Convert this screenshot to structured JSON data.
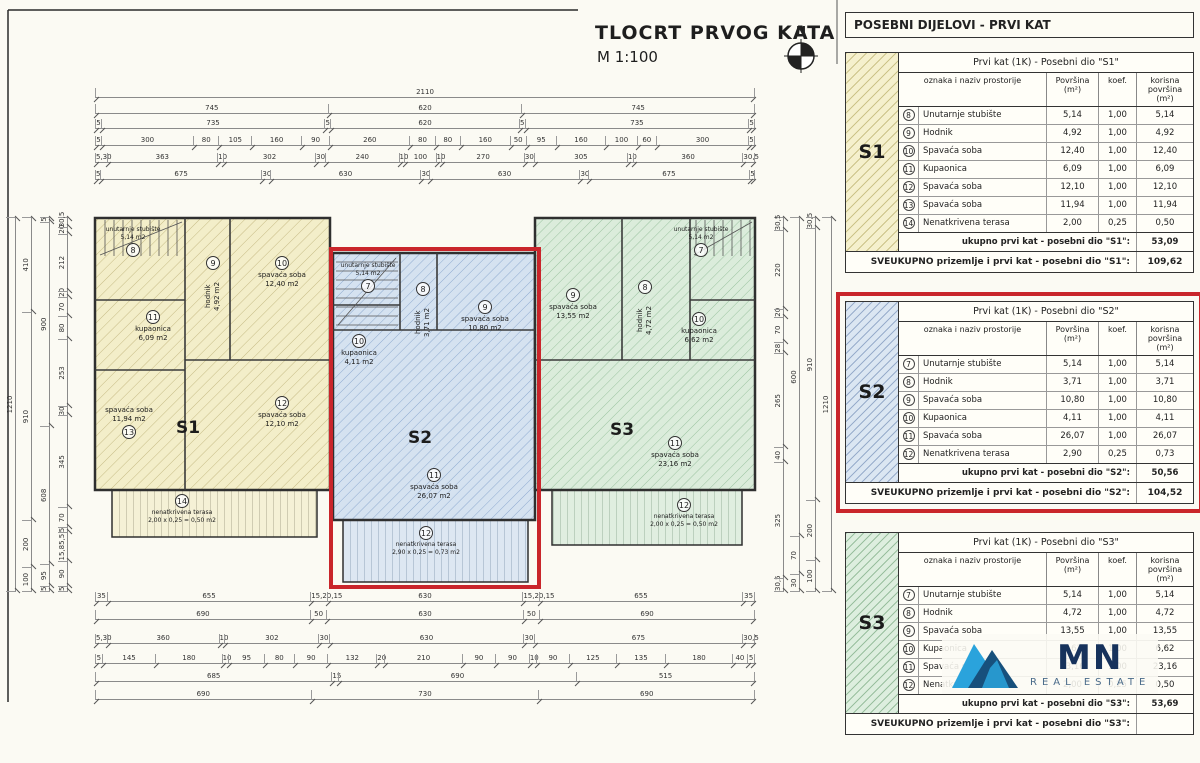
{
  "title_block": {
    "title": "TLOCRT PRVOG KATA",
    "scale": "M 1:100",
    "north": "N"
  },
  "tables_header": "POSEBNI DIJELOVI - PRVI KAT",
  "colors": {
    "highlight_red": "#c9252b",
    "unit_yellow": "#f5f0cd",
    "unit_blue": "#dbe6f2",
    "unit_green": "#ddeede",
    "logo_light_blue": "#2aa3dc",
    "logo_navy": "#17507c"
  },
  "tables": [
    {
      "unit": "S1",
      "theme": "yellow",
      "highlight": false,
      "title": "Prvi kat (1K) - Posebni dio \"S1\"",
      "col_headers": [
        "oznaka i naziv prostorije",
        "Površina (m²)",
        "koef.",
        "korisna površina (m²)"
      ],
      "rows": [
        {
          "num": "8",
          "name": "Unutarnje stubište",
          "area": "5,14",
          "koef": "1,00",
          "korisna": "5,14"
        },
        {
          "num": "9",
          "name": "Hodnik",
          "area": "4,92",
          "koef": "1,00",
          "korisna": "4,92"
        },
        {
          "num": "10",
          "name": "Spavaća soba",
          "area": "12,40",
          "koef": "1,00",
          "korisna": "12,40"
        },
        {
          "num": "11",
          "name": "Kupaonica",
          "area": "6,09",
          "koef": "1,00",
          "korisna": "6,09"
        },
        {
          "num": "12",
          "name": "Spavaća soba",
          "area": "12,10",
          "koef": "1,00",
          "korisna": "12,10"
        },
        {
          "num": "13",
          "name": "Spavaća soba",
          "area": "11,94",
          "koef": "1,00",
          "korisna": "11,94"
        },
        {
          "num": "14",
          "name": "Nenatkrivena terasa",
          "area": "2,00",
          "koef": "0,25",
          "korisna": "0,50"
        }
      ],
      "subtotal_label": "ukupno prvi kat - posebni dio \"S1\":",
      "subtotal_value": "53,09",
      "total_label": "SVEUKUPNO prizemlje i prvi kat - posebni dio \"S1\":",
      "total_value": "109,62"
    },
    {
      "unit": "S2",
      "theme": "blue",
      "highlight": true,
      "title": "Prvi kat (1K) - Posebni dio \"S2\"",
      "col_headers": [
        "oznaka i naziv prostorije",
        "Površina (m²)",
        "koef.",
        "korisna površina (m²)"
      ],
      "rows": [
        {
          "num": "7",
          "name": "Unutarnje stubište",
          "area": "5,14",
          "koef": "1,00",
          "korisna": "5,14"
        },
        {
          "num": "8",
          "name": "Hodnik",
          "area": "3,71",
          "koef": "1,00",
          "korisna": "3,71"
        },
        {
          "num": "9",
          "name": "Spavaća soba",
          "area": "10,80",
          "koef": "1,00",
          "korisna": "10,80"
        },
        {
          "num": "10",
          "name": "Kupaonica",
          "area": "4,11",
          "koef": "1,00",
          "korisna": "4,11"
        },
        {
          "num": "11",
          "name": "Spavaća soba",
          "area": "26,07",
          "koef": "1,00",
          "korisna": "26,07"
        },
        {
          "num": "12",
          "name": "Nenatkrivena terasa",
          "area": "2,90",
          "koef": "0,25",
          "korisna": "0,73"
        }
      ],
      "subtotal_label": "ukupno prvi kat - posebni dio \"S2\":",
      "subtotal_value": "50,56",
      "total_label": "SVEUKUPNO prizemlje i prvi kat - posebni dio \"S2\":",
      "total_value": "104,52"
    },
    {
      "unit": "S3",
      "theme": "green",
      "highlight": false,
      "title": "Prvi kat (1K) - Posebni dio \"S3\"",
      "col_headers": [
        "oznaka i naziv prostorije",
        "Površina (m²)",
        "koef.",
        "korisna površina (m²)"
      ],
      "rows": [
        {
          "num": "7",
          "name": "Unutarnje stubište",
          "area": "5,14",
          "koef": "1,00",
          "korisna": "5,14"
        },
        {
          "num": "8",
          "name": "Hodnik",
          "area": "4,72",
          "koef": "1,00",
          "korisna": "4,72"
        },
        {
          "num": "9",
          "name": "Spavaća soba",
          "area": "13,55",
          "koef": "1,00",
          "korisna": "13,55"
        },
        {
          "num": "10",
          "name": "Kupaonica",
          "area": "6,62",
          "koef": "1,00",
          "korisna": "6,62"
        },
        {
          "num": "11",
          "name": "Spavaća soba",
          "area": "23,16",
          "koef": "1,00",
          "korisna": "23,16"
        },
        {
          "num": "12",
          "name": "Nenatkrivena terasa",
          "area": "2,00",
          "koef": "0,25",
          "korisna": "0,50"
        }
      ],
      "subtotal_label": "ukupno prvi kat - posebni dio \"S3\":",
      "subtotal_value": "53,69",
      "total_label": "SVEUKUPNO prizemlje i prvi kat - posebni dio \"S3\":",
      "total_value": ""
    }
  ],
  "logo": {
    "text": "MN",
    "subtext": "REAL ESTATE"
  },
  "plan": {
    "units": [
      {
        "code": "S1",
        "rooms": [
          {
            "num": "8",
            "name": "unutarnje stubište",
            "area": "5,14 m2"
          },
          {
            "num": "9",
            "name": "hodnik",
            "area": "4,92 m2"
          },
          {
            "num": "10",
            "name": "spavaća soba",
            "area": "12,40 m2"
          },
          {
            "num": "11",
            "name": "kupaonica",
            "area": "6,09 m2"
          },
          {
            "num": "12",
            "name": "spavaća soba",
            "area": "12,10 m2"
          },
          {
            "num": "13",
            "name": "spavaća soba",
            "area": "11,94 m2"
          },
          {
            "num": "14",
            "name": "nenatkrivena terasa",
            "area": "2,00 x 0,25 = 0,50 m2"
          }
        ]
      },
      {
        "code": "S2",
        "rooms": [
          {
            "num": "7",
            "name": "unutarnje stubište",
            "area": "5,14 m2"
          },
          {
            "num": "8",
            "name": "hodnik",
            "area": "3,71 m2"
          },
          {
            "num": "9",
            "name": "spavaća soba",
            "area": "10,80 m2"
          },
          {
            "num": "10",
            "name": "kupaonica",
            "area": "4,11 m2"
          },
          {
            "num": "11",
            "name": "spavaća soba",
            "area": "26,07 m2"
          },
          {
            "num": "12",
            "name": "nenatkrivena terasa",
            "area": "2,90 x 0,25 = 0,73 m2"
          }
        ]
      },
      {
        "code": "S3",
        "rooms": [
          {
            "num": "7",
            "name": "unutarnje stubište",
            "area": "5,14 m2"
          },
          {
            "num": "8",
            "name": "hodnik",
            "area": "4,72 m2"
          },
          {
            "num": "9",
            "name": "spavaća soba",
            "area": "13,55 m2"
          },
          {
            "num": "10",
            "name": "kupaonica",
            "area": "6,62 m2"
          },
          {
            "num": "11",
            "name": "spavaća soba",
            "area": "23,16 m2"
          },
          {
            "num": "12",
            "name": "nenatkrivena terasa",
            "area": "2,00 x 0,25 = 0,50 m2"
          }
        ]
      }
    ],
    "dims": {
      "top": [
        [
          "2110"
        ],
        [
          "745",
          "620",
          "745"
        ],
        [
          "5",
          "735",
          "5",
          "620",
          "5",
          "735",
          "5"
        ],
        [
          "5",
          "300",
          "80",
          "105",
          "160",
          "90",
          "260",
          "80",
          "80",
          "160",
          "50",
          "95",
          "160",
          "100",
          "60",
          "300",
          "5"
        ],
        [
          "5,30",
          "363",
          "10",
          "302",
          "30",
          "240",
          "10",
          "100",
          "10",
          "270",
          "30",
          "305",
          "10",
          "360",
          "30,5"
        ],
        [
          "5",
          "675",
          "30",
          "630",
          "30",
          "630",
          "30",
          "675",
          "5"
        ]
      ],
      "bottom": [
        [
          "35",
          "655",
          "15,20,15",
          "630",
          "15,20,15",
          "655",
          "35"
        ],
        [
          "690",
          "50",
          "630",
          "50",
          "690"
        ],
        [
          "5,30",
          "360",
          "10",
          "302",
          "30",
          "630",
          "30",
          "675",
          "30,5"
        ],
        [
          "5",
          "145",
          "180",
          "10",
          "95",
          "80",
          "90",
          "132",
          "20",
          "210",
          "90",
          "90",
          "10",
          "90",
          "125",
          "135",
          "180",
          "40",
          "5"
        ],
        [
          "685",
          "15",
          "690",
          "515"
        ],
        [
          "690",
          "730",
          "690"
        ]
      ],
      "left": [
        [
          "1210"
        ],
        [
          "410",
          "910",
          "200",
          "100"
        ],
        [
          "5",
          "900",
          "608",
          "95",
          "5"
        ],
        [
          "30,5",
          "20",
          "212",
          "20",
          "70",
          "80",
          "253",
          "30",
          "345",
          "70",
          "5",
          "15,85,5",
          "90",
          "5"
        ]
      ],
      "right": [
        [
          "1210"
        ],
        [
          "30,5",
          "910",
          "200",
          "100"
        ],
        [
          "600",
          "70",
          "30"
        ],
        [
          "30,5",
          "220",
          "20",
          "70",
          "28",
          "265",
          "40",
          "325",
          "30,5"
        ]
      ]
    }
  }
}
